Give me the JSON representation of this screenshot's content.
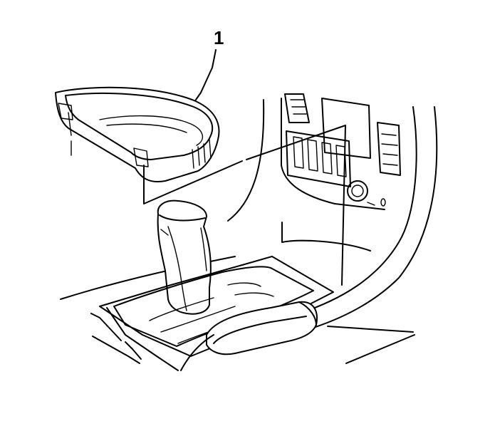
{
  "diagram": {
    "callouts": [
      {
        "id": "1",
        "label": "1",
        "target": "storage-tray"
      }
    ]
  },
  "colors": {
    "line": "#000000",
    "background": "#ffffff"
  }
}
